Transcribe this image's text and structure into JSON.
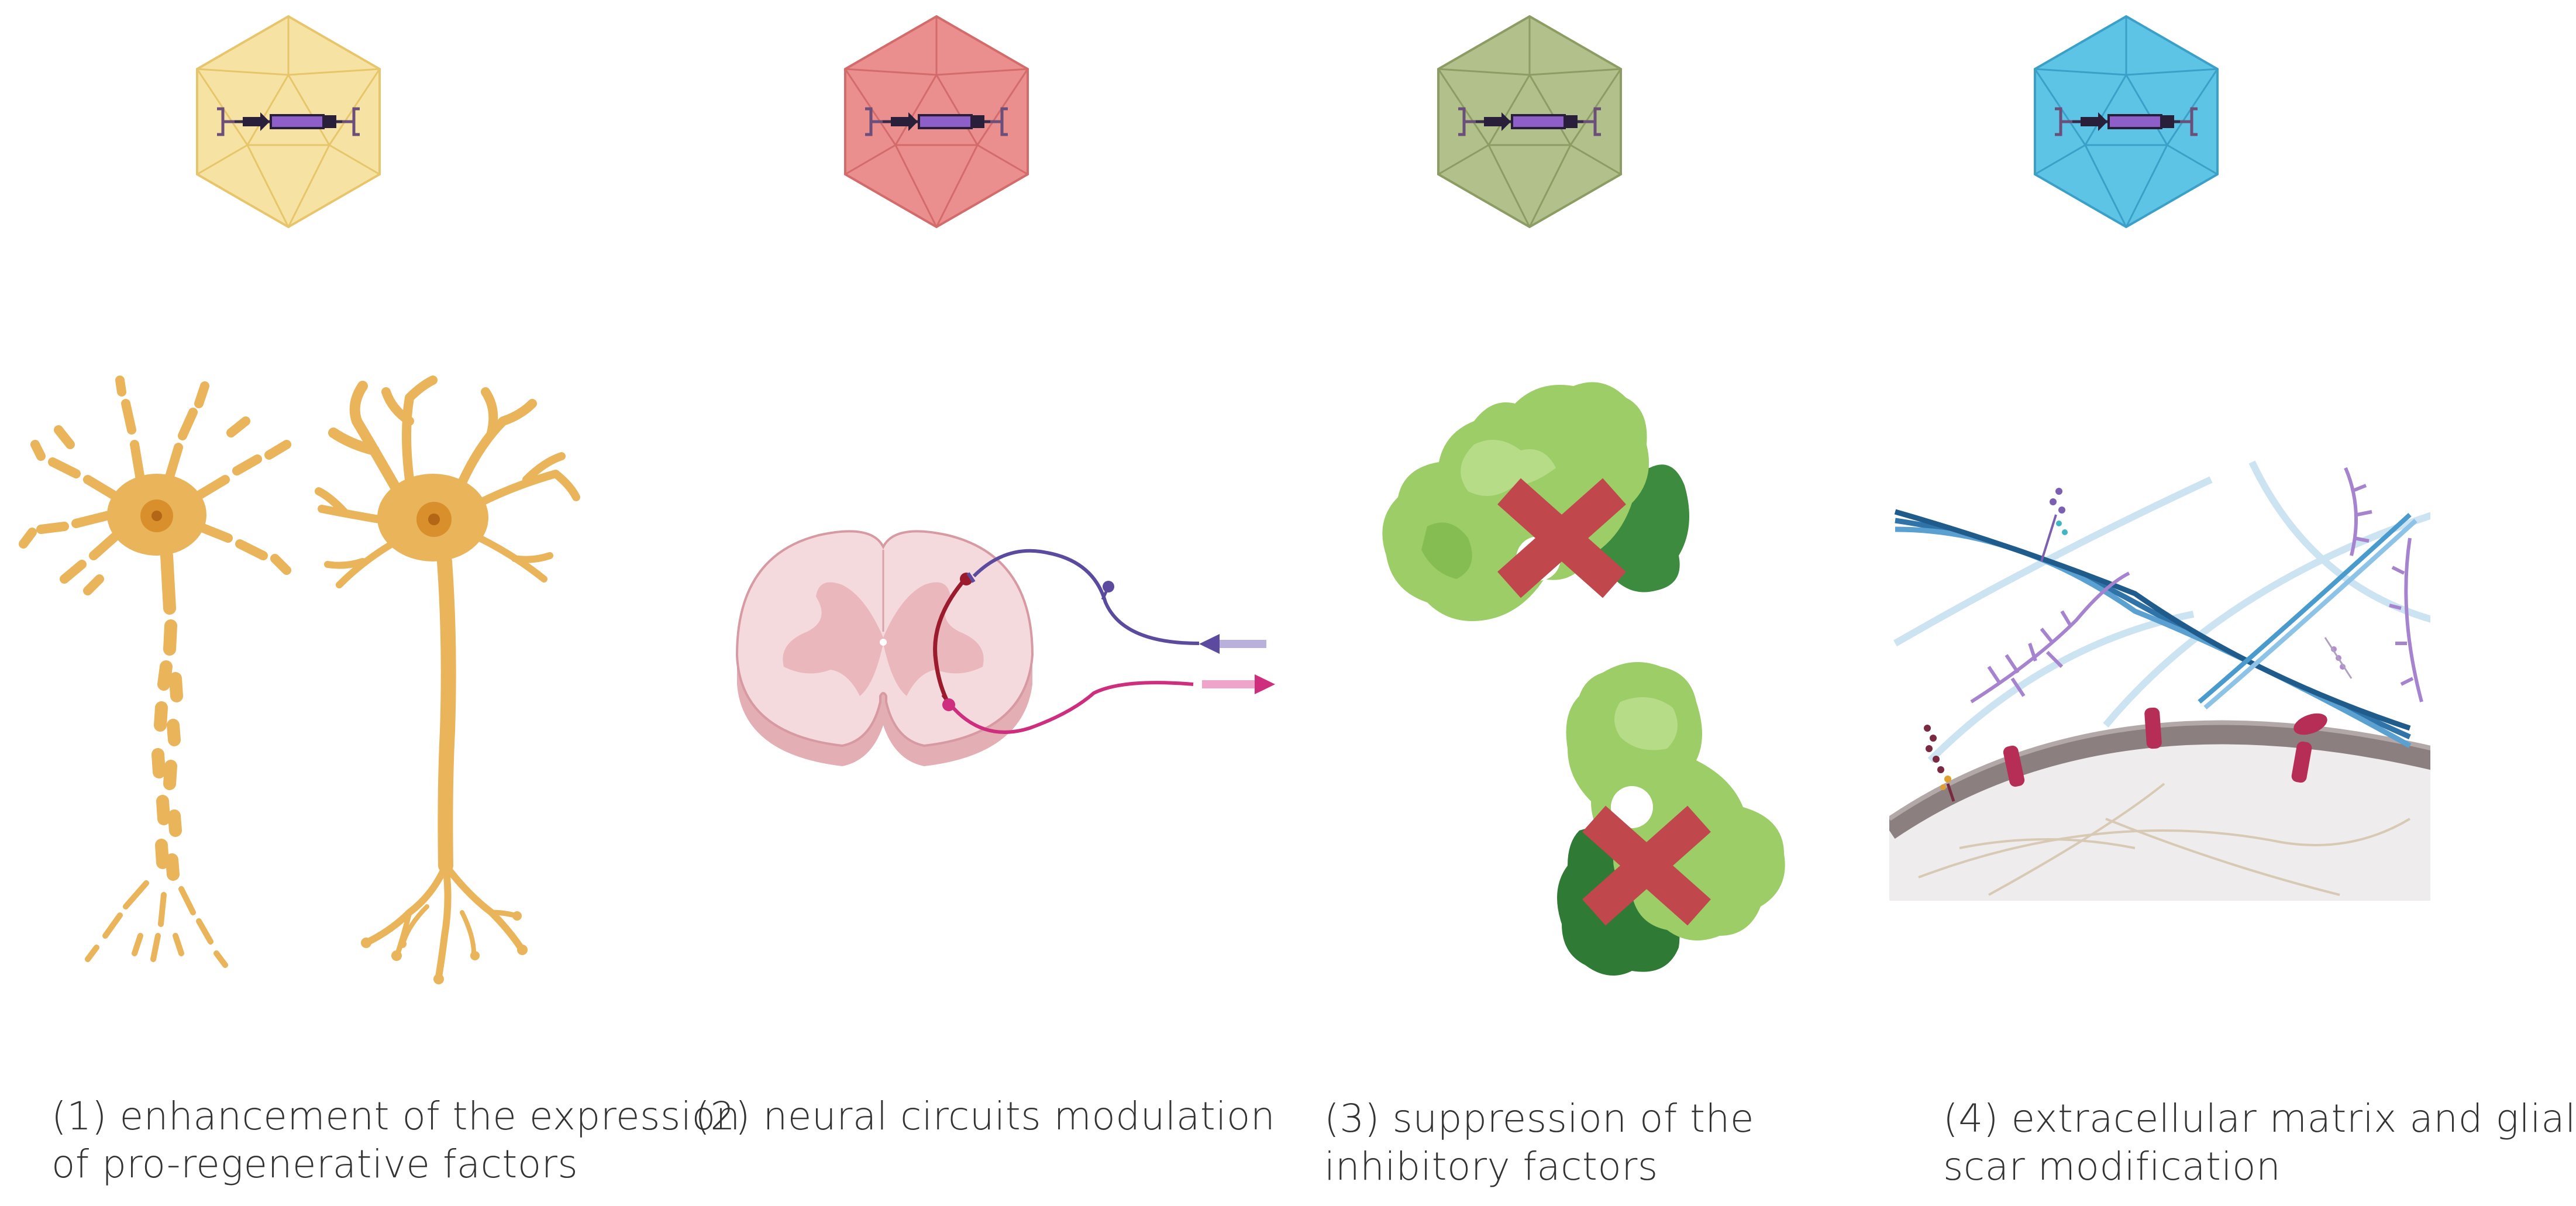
{
  "colors": {
    "capsid_1": "#f5de9a",
    "capsid_2": "#e98b8b",
    "capsid_3": "#aebd86",
    "capsid_4": "#5ec3e4",
    "neuron": "#e9b45a",
    "spinal_cord": "#f3d9db",
    "inhibitor_light": "#9ccc65",
    "inhibitor_dark": "#3d8a40",
    "cross": "#c0474c",
    "efferent": "#6a55a2",
    "afferent": "#d63384",
    "collagen": "#4b8fc2",
    "membrane": "#8a7b7b"
  },
  "panels": [
    {
      "id": "1",
      "icon": "aav-capsid-yellow-icon",
      "illustration": "neurons-degenerating-and-regenerating",
      "caption_lines": [
        "(1) enhancement of  the expression",
        "of pro-regenerative factors"
      ]
    },
    {
      "id": "2",
      "icon": "aav-capsid-red-icon",
      "illustration": "spinal-cord-cross-section",
      "caption_lines": [
        "(2) neural circuits modulation"
      ]
    },
    {
      "id": "3",
      "icon": "aav-capsid-green-icon",
      "illustration": "blocked-inhibitory-proteins",
      "caption_lines": [
        "(3) suppression of the",
        "inhibitory factors"
      ]
    },
    {
      "id": "4",
      "icon": "aav-capsid-blue-icon",
      "illustration": "extracellular-matrix-and-cell-membrane",
      "caption_lines": [
        "(4) extracellular matrix and glial",
        "scar modification"
      ]
    }
  ]
}
